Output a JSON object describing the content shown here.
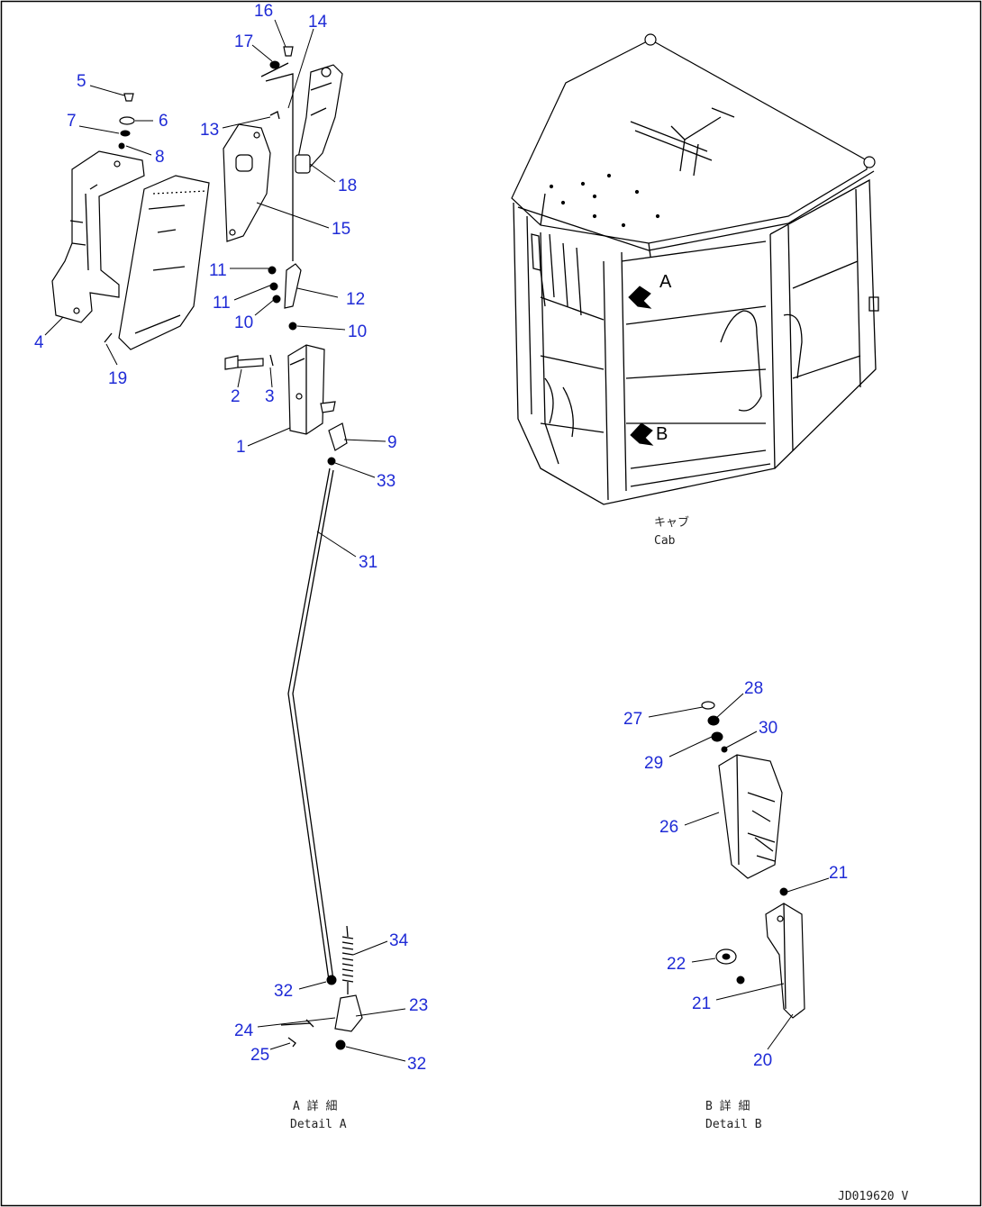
{
  "captions": {
    "cab_jp": "キャブ",
    "cab_en": "Cab",
    "detail_a_jp": "A 詳 細",
    "detail_a_en": "Detail A",
    "detail_b_jp": "B 詳 細",
    "detail_b_en": "Detail B",
    "view_a": "A",
    "view_b": "B",
    "drawing_code": "JD019620 V"
  },
  "callouts": [
    {
      "id": "c16",
      "label": "16"
    },
    {
      "id": "c17",
      "label": "17"
    },
    {
      "id": "c14",
      "label": "14"
    },
    {
      "id": "c5",
      "label": "5"
    },
    {
      "id": "c7",
      "label": "7"
    },
    {
      "id": "c6",
      "label": "6"
    },
    {
      "id": "c8",
      "label": "8"
    },
    {
      "id": "c13",
      "label": "13"
    },
    {
      "id": "c18",
      "label": "18"
    },
    {
      "id": "c15",
      "label": "15"
    },
    {
      "id": "c11a",
      "label": "11"
    },
    {
      "id": "c11b",
      "label": "11"
    },
    {
      "id": "c12",
      "label": "12"
    },
    {
      "id": "c10a",
      "label": "10"
    },
    {
      "id": "c10b",
      "label": "10"
    },
    {
      "id": "c4",
      "label": "4"
    },
    {
      "id": "c19",
      "label": "19"
    },
    {
      "id": "c2",
      "label": "2"
    },
    {
      "id": "c3",
      "label": "3"
    },
    {
      "id": "c1",
      "label": "1"
    },
    {
      "id": "c9",
      "label": "9"
    },
    {
      "id": "c33",
      "label": "33"
    },
    {
      "id": "c31",
      "label": "31"
    },
    {
      "id": "c34",
      "label": "34"
    },
    {
      "id": "c32a",
      "label": "32"
    },
    {
      "id": "c23",
      "label": "23"
    },
    {
      "id": "c24",
      "label": "24"
    },
    {
      "id": "c25",
      "label": "25"
    },
    {
      "id": "c32b",
      "label": "32"
    },
    {
      "id": "c28",
      "label": "28"
    },
    {
      "id": "c27",
      "label": "27"
    },
    {
      "id": "c30",
      "label": "30"
    },
    {
      "id": "c29",
      "label": "29"
    },
    {
      "id": "c26",
      "label": "26"
    },
    {
      "id": "c21a",
      "label": "21"
    },
    {
      "id": "c22",
      "label": "22"
    },
    {
      "id": "c21b",
      "label": "21"
    },
    {
      "id": "c20",
      "label": "20"
    }
  ]
}
